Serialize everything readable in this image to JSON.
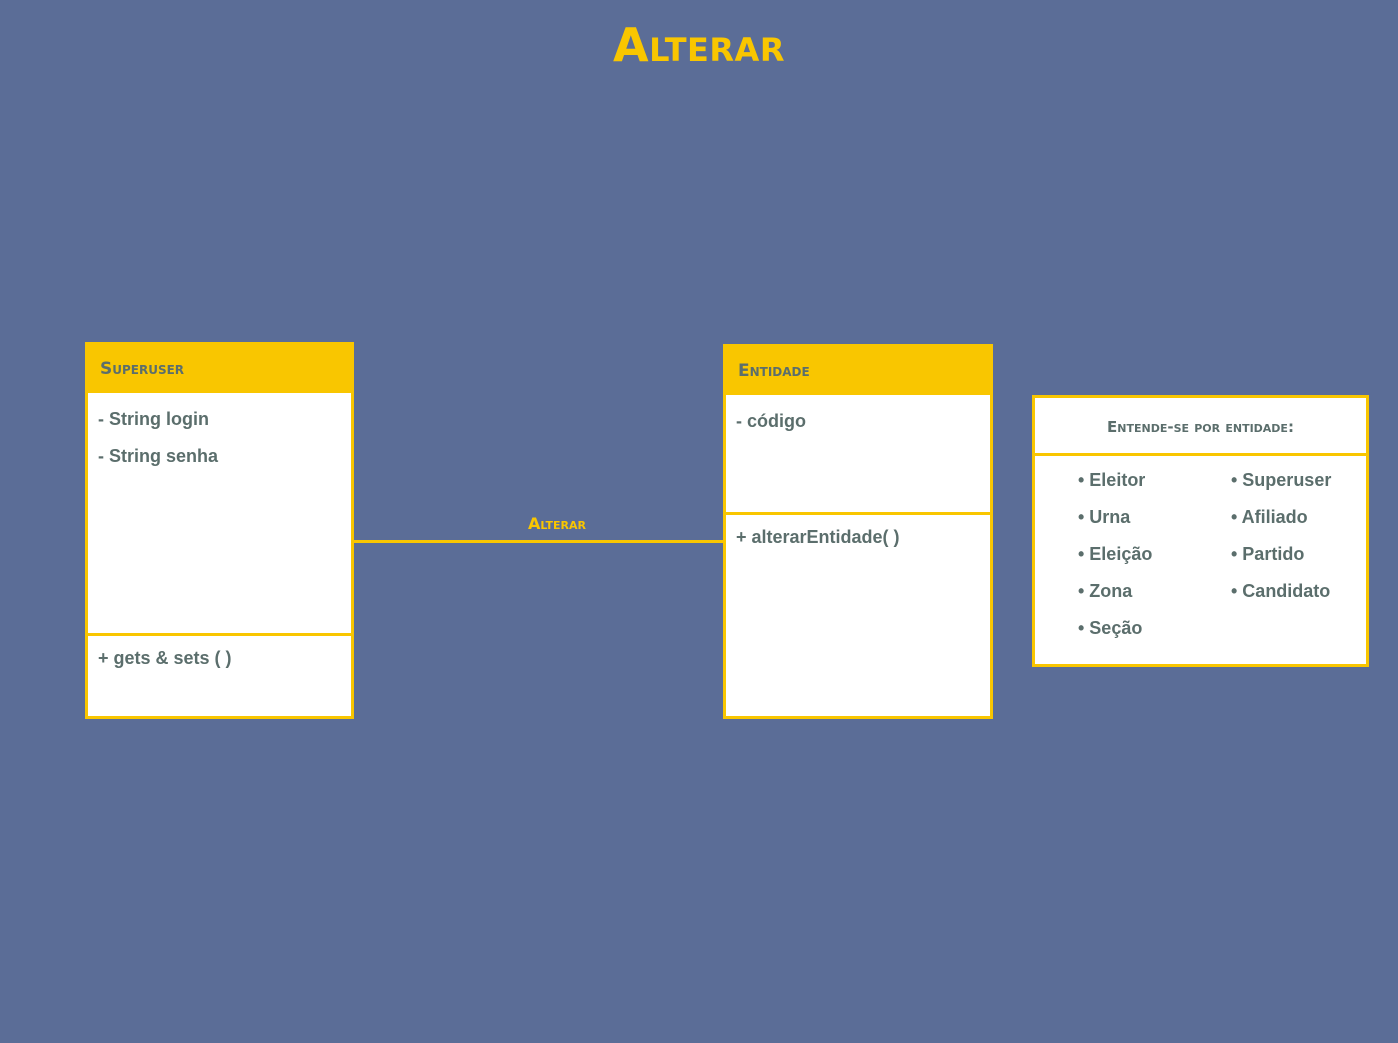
{
  "diagram": {
    "title": "Alterar",
    "association_label": "Alterar"
  },
  "classes": {
    "superuser": {
      "name": "Superuser",
      "attributes": [
        "- String login",
        "- String senha"
      ],
      "operations": [
        "+ gets & sets (  )"
      ]
    },
    "entidade": {
      "name": "Entidade",
      "attributes": [
        "- código"
      ],
      "operations": [
        "+ alterarEntidade(  )"
      ]
    }
  },
  "note": {
    "title": "Entende-se por entidade:",
    "column1": [
      "• Eleitor",
      "• Urna",
      "• Eleição",
      "• Zona",
      "• Seção"
    ],
    "column2": [
      "• Superuser",
      "• Afiliado",
      "• Partido",
      "• Candidato"
    ]
  },
  "colors": {
    "background": "#5b6d97",
    "accent": "#f9c600",
    "text": "#5b6e6c",
    "box": "#ffffff"
  }
}
